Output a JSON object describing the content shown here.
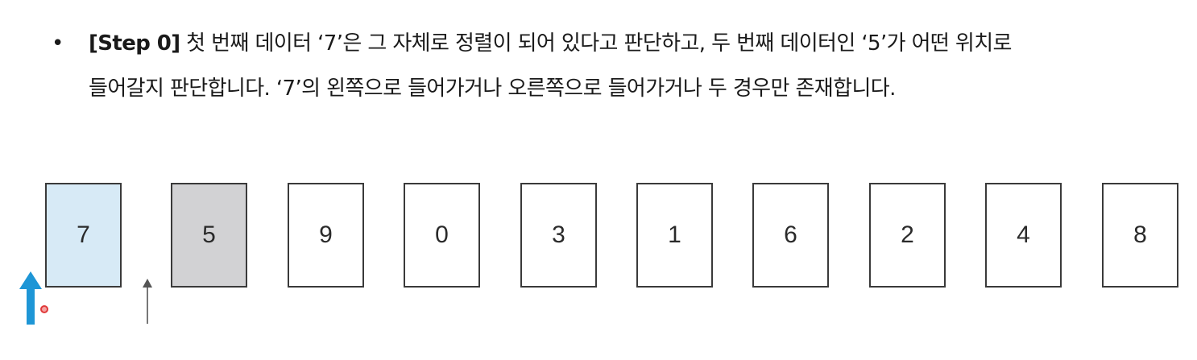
{
  "text": {
    "bullet": "•",
    "line1_tag": "[Step 0]",
    "line1_rest": " 첫 번째 데이터 ‘7’은 그 자체로 정렬이 되어 있다고 판단하고, 두 번째 데이터인 ‘5’가 어떤 위치로",
    "line2": "들어갈지 판단합니다. ‘7’의 왼쪽으로 들어가거나 오른쪽으로 들어가거나 두 경우만 존재합니다."
  },
  "cards": [
    {
      "value": "7",
      "state": "sorted"
    },
    {
      "value": "5",
      "state": "current"
    },
    {
      "value": "9",
      "state": "default"
    },
    {
      "value": "0",
      "state": "default"
    },
    {
      "value": "3",
      "state": "default"
    },
    {
      "value": "1",
      "state": "default"
    },
    {
      "value": "6",
      "state": "default"
    },
    {
      "value": "2",
      "state": "default"
    },
    {
      "value": "4",
      "state": "default"
    },
    {
      "value": "8",
      "state": "default"
    }
  ],
  "colors": {
    "sorted": "#d7eaf6",
    "current": "#d2d2d4",
    "default": "#ffffff",
    "blue_arrow": "#1e96d6",
    "gray_arrow": "#555555",
    "cursor": "#e03a3a"
  },
  "icons": {
    "insert_position_arrow": "arrow-up-icon",
    "current_element_arrow": "arrow-up-icon"
  }
}
